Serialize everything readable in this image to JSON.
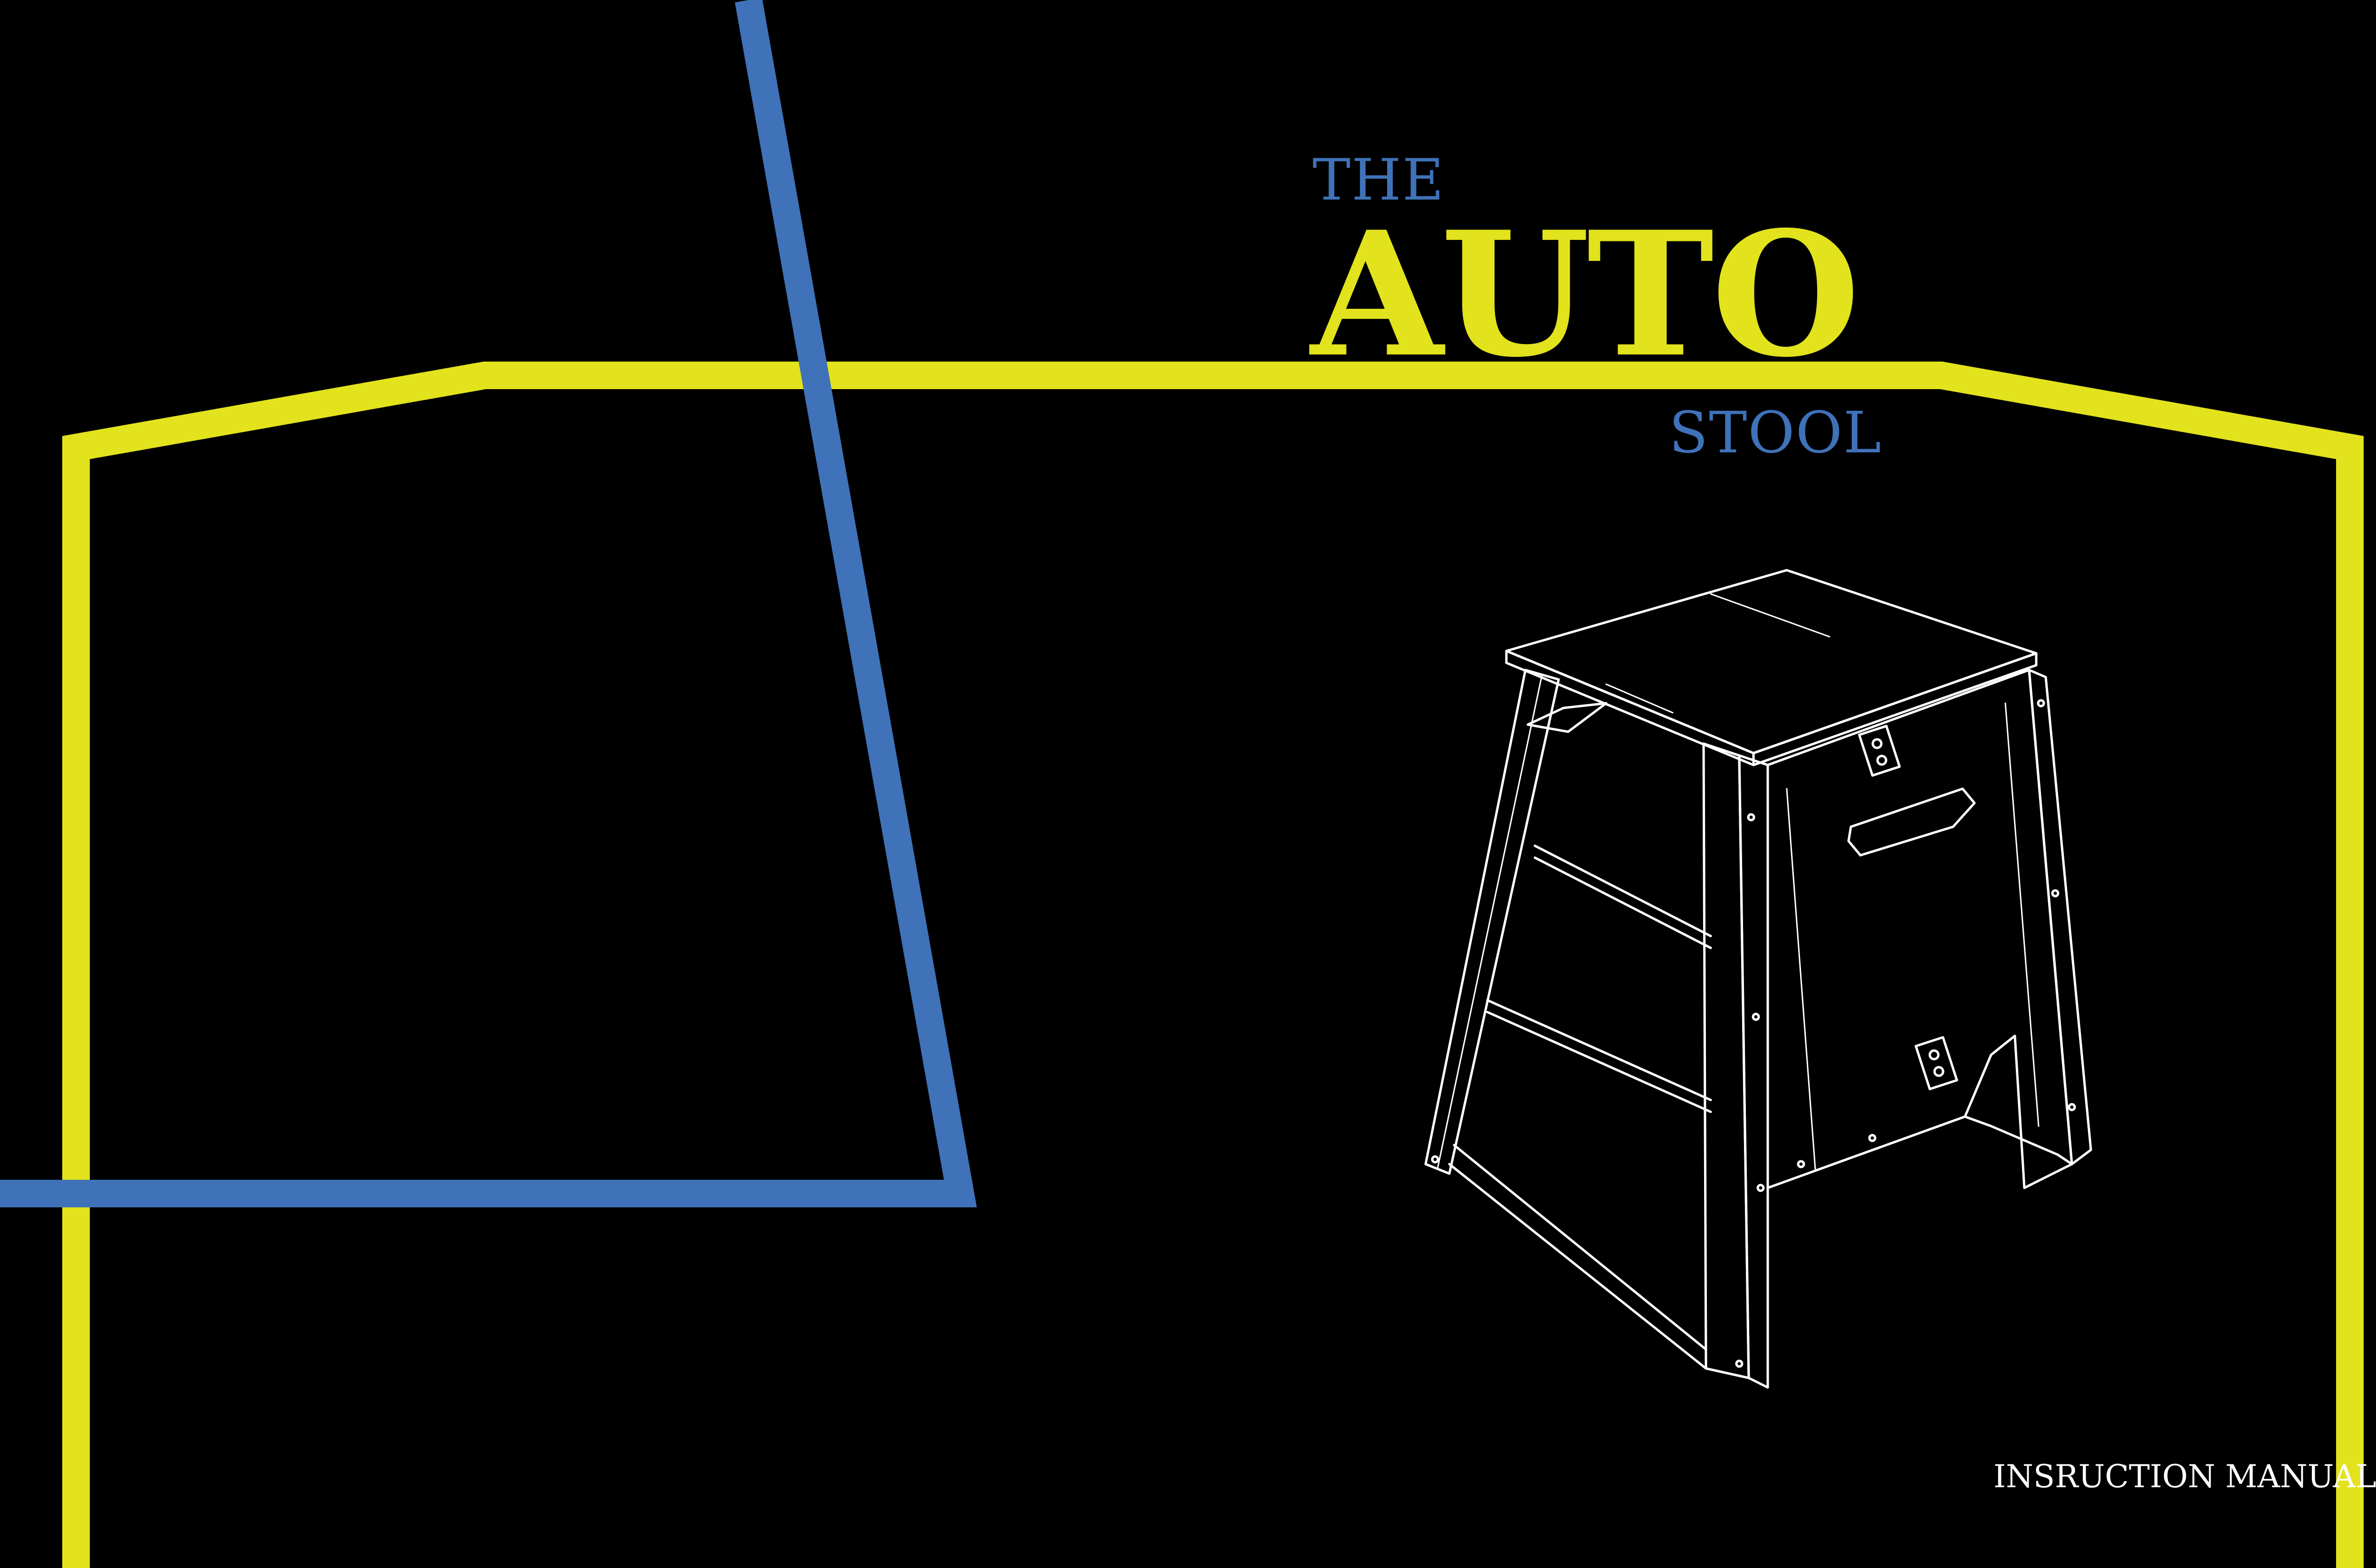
{
  "title": {
    "line1": "THE",
    "line2": "AUTO",
    "line3": "STOOL"
  },
  "footer": {
    "label": "INSRUCTION MANUAL"
  },
  "colors": {
    "background": "#000000",
    "yellow": "#e2e31c",
    "blue": "#3f72b8",
    "drawing": "#ffffff"
  },
  "illustration": {
    "icon": "stool-line-drawing"
  }
}
